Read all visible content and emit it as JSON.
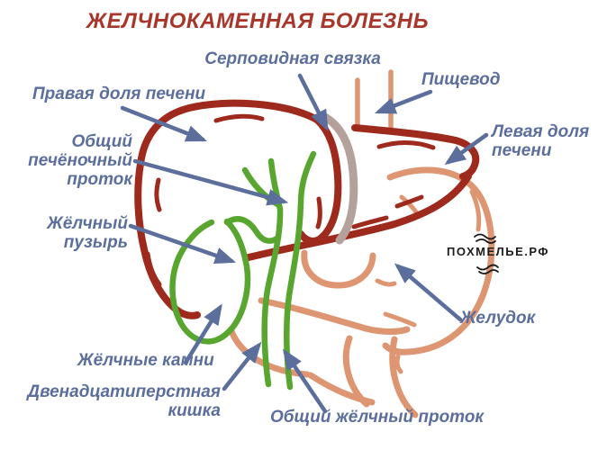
{
  "title": "ЖЕЛЧНОКАМЕННАЯ БОЛЕЗНЬ",
  "watermark": "ПОХМЕЛЬЕ.РФ",
  "labels": {
    "falciform_ligament": "Серповидная связка",
    "esophagus": "Пищевод",
    "right_liver_lobe": "Правая доля печени",
    "left_liver_lobe": "Левая доля\nпечени",
    "common_hepatic_duct": "Общий\nпечёночный\nпроток",
    "gallbladder": "Жёлчный\nпузырь",
    "stomach": "Желудок",
    "gallstones": "Жёлчные камни",
    "duodenum": "Двенадцатиперстная\nкишка",
    "common_bile_duct": "Общий жёлчный проток"
  },
  "icons": {
    "callout_arrows": "blue straight arrows pointing from each label to its organ"
  },
  "colors": {
    "title_red": "#a8362a",
    "label_blue": "#5b6e9c",
    "liver_red": "#9e2a1d",
    "organ_salmon": "#dd9572",
    "duct_green": "#58a52f",
    "stone_yellow": "#f2bc3f",
    "ligament_gray": "#b5a19c",
    "watermark_black": "#1c1c1c",
    "background": "#ffffff"
  }
}
